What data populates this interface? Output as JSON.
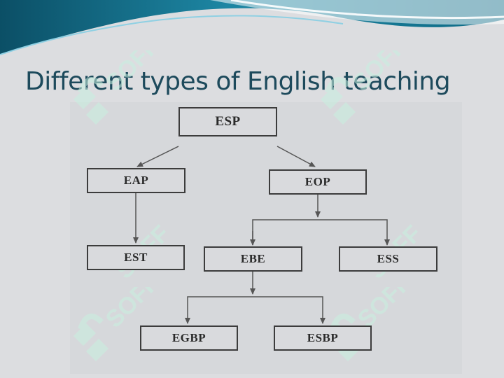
{
  "slide": {
    "title": "Different types of English teaching"
  },
  "diagram": {
    "nodes": {
      "esp": "ESP",
      "eap": "EAP",
      "eop": "EOP",
      "est": "EST",
      "ebe": "EBE",
      "ess": "ESS",
      "egbp": "EGBP",
      "esbp": "ESBP"
    },
    "edges": [
      [
        "ESP",
        "EAP"
      ],
      [
        "ESP",
        "EOP"
      ],
      [
        "EAP",
        "EST"
      ],
      [
        "EOP",
        "EBE"
      ],
      [
        "EOP",
        "ESS"
      ],
      [
        "EBE",
        "EGBP"
      ],
      [
        "EBE",
        "ESBP"
      ]
    ]
  },
  "colors": {
    "title": "#1d4a5c",
    "wave_dark": "#0f5e73",
    "wave_light": "#47a7c1",
    "watermark": "#c8f0e0"
  },
  "watermark": {
    "brand": "SOFF"
  }
}
